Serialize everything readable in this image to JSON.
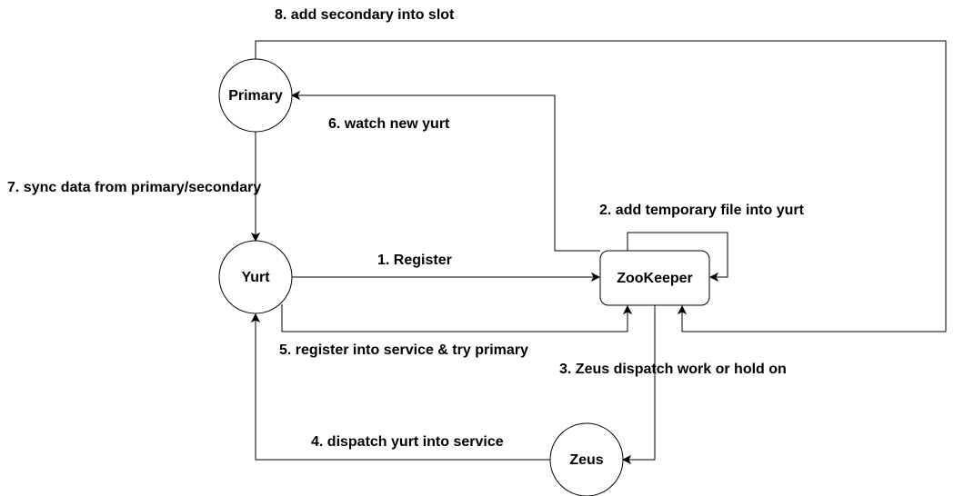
{
  "nodes": {
    "primary": "Primary",
    "yurt": "Yurt",
    "zookeeper": "ZooKeeper",
    "zeus": "Zeus"
  },
  "edges": {
    "register": "1. Register",
    "add_temp_file": "2. add temporary file into yurt",
    "zeus_dispatch": "3. Zeus dispatch work or hold on",
    "dispatch_yurt": "4. dispatch yurt into service",
    "register_service": "5. register into service & try primary",
    "watch_new_yurt": "6. watch new yurt",
    "sync_data": "7. sync data from primary/secondary",
    "add_secondary": "8. add secondary into slot"
  }
}
